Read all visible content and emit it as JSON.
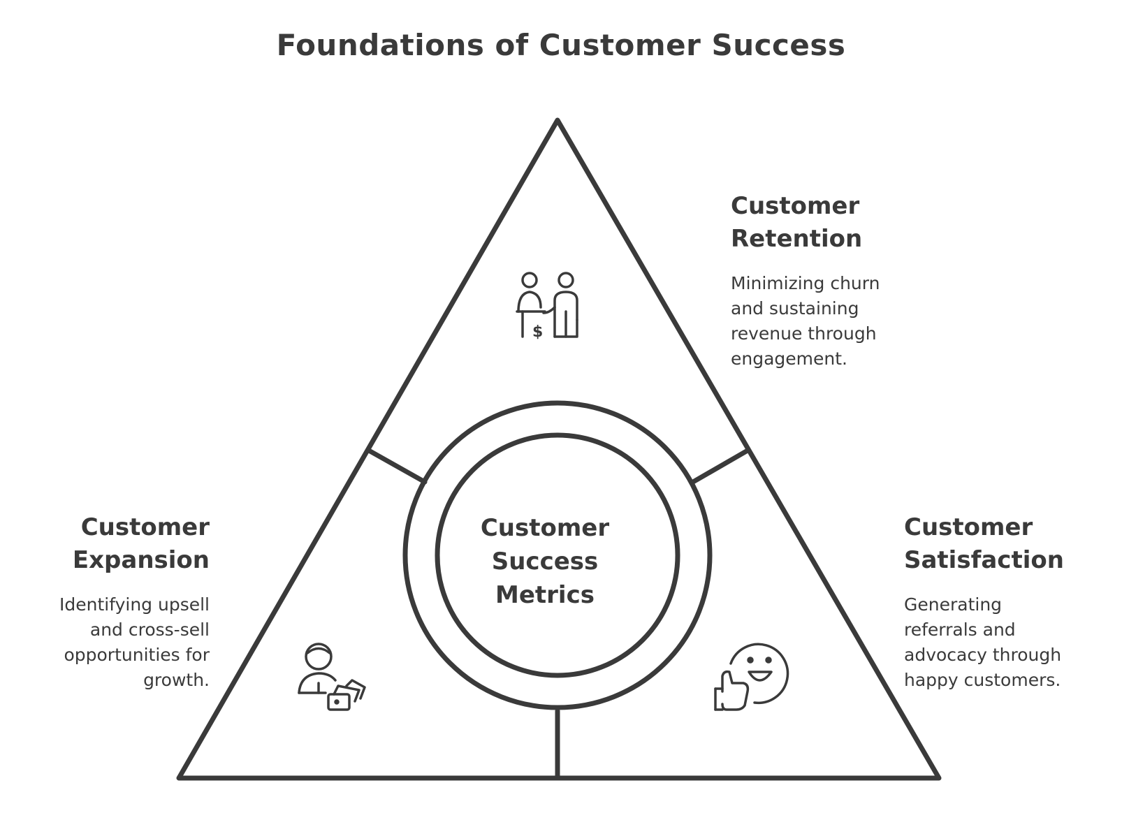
{
  "title": "Foundations of Customer Success",
  "center": {
    "label": "Customer\nSuccess\nMetrics"
  },
  "sections": {
    "retention": {
      "heading": "Customer\nRetention",
      "description": "Minimizing churn\nand sustaining\nrevenue through\nengagement.",
      "icon": "customer-payment-icon"
    },
    "satisfaction": {
      "heading": "Customer\nSatisfaction",
      "description": "Generating\nreferrals and\nadvocacy through\nhappy customers.",
      "icon": "smiley-thumbs-up-icon"
    },
    "expansion": {
      "heading": "Customer\nExpansion",
      "description": "Identifying upsell\nand cross-sell\nopportunities for\ngrowth.",
      "icon": "user-cards-icon"
    }
  },
  "colors": {
    "stroke": "#3a3a3a",
    "background": "#ffffff"
  }
}
